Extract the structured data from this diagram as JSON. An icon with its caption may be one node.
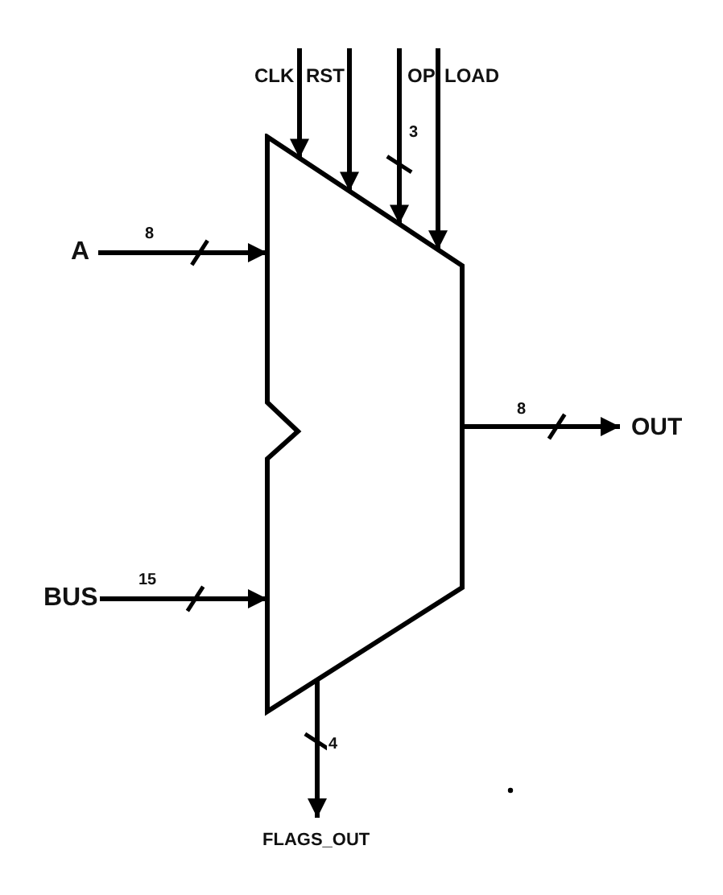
{
  "diagram": {
    "nodes": [
      {
        "text": [],
        "shape": "trapezoid"
      },
      {
        "text": [
          "CLK"
        ]
      },
      {
        "text": [
          "RST"
        ]
      },
      {
        "text": [
          "OP"
        ]
      },
      {
        "text": [
          "LOAD"
        ]
      },
      {
        "text": [
          "A"
        ]
      },
      {
        "text": [
          "BUS"
        ]
      },
      {
        "text": [
          "OUT"
        ]
      },
      {
        "text": [
          "FLAGS_OUT"
        ]
      }
    ],
    "edges": [
      {
        "from": 1,
        "to": 0,
        "arrow": "to"
      },
      {
        "from": 2,
        "to": 0,
        "arrow": "to"
      },
      {
        "from": 3,
        "to": 0,
        "arrow": "to",
        "label": "3"
      },
      {
        "from": 4,
        "to": 0,
        "arrow": "to"
      },
      {
        "from": 5,
        "to": 0,
        "arrow": "to",
        "label": "8"
      },
      {
        "from": 6,
        "to": 0,
        "arrow": "to",
        "label": "15"
      },
      {
        "from": 0,
        "to": 7,
        "arrow": "to",
        "label": "8"
      },
      {
        "from": 0,
        "to": 8,
        "arrow": "to",
        "label": "4"
      }
    ]
  }
}
